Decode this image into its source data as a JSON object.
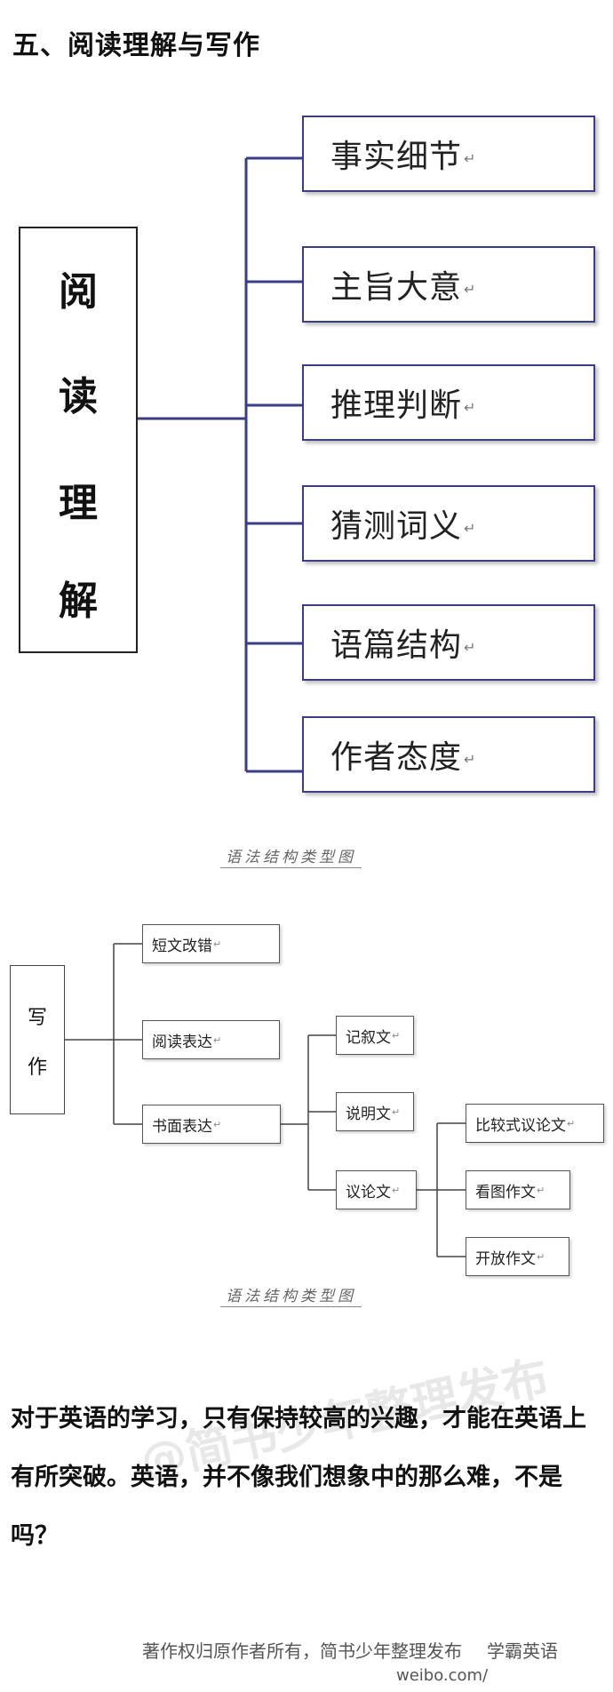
{
  "heading": "五、阅读理解与写作",
  "reading": {
    "root_chars": [
      "阅",
      "读",
      "理",
      "解"
    ],
    "items": [
      "事实细节",
      "主旨大意",
      "推理判断",
      "猜测词义",
      "语篇结构",
      "作者态度"
    ],
    "caption": "语法结构类型图"
  },
  "writing": {
    "root_chars": [
      "写",
      "作"
    ],
    "level1": [
      "短文改错",
      "阅读表达",
      "书面表达"
    ],
    "level2": [
      "记叙文",
      "说明文",
      "议论文"
    ],
    "level3": [
      "比较式议论文",
      "看图作文",
      "开放作文"
    ],
    "caption": "语法结构类型图"
  },
  "paragraph": "对于英语的学习，只有保持较高的兴趣，才能在英语上有所突破。英语，并不像我们想象中的那么难，不是吗？",
  "watermark": "@简书少年整理发布",
  "footer": {
    "copyright": "著作权归原作者所有，简书少年整理发布",
    "site": "weibo.com/",
    "tag": "学霸英语"
  },
  "colors": {
    "big_box_border": "#3a3d87",
    "connector": "#3a3d87",
    "small_connector": "#444444"
  }
}
